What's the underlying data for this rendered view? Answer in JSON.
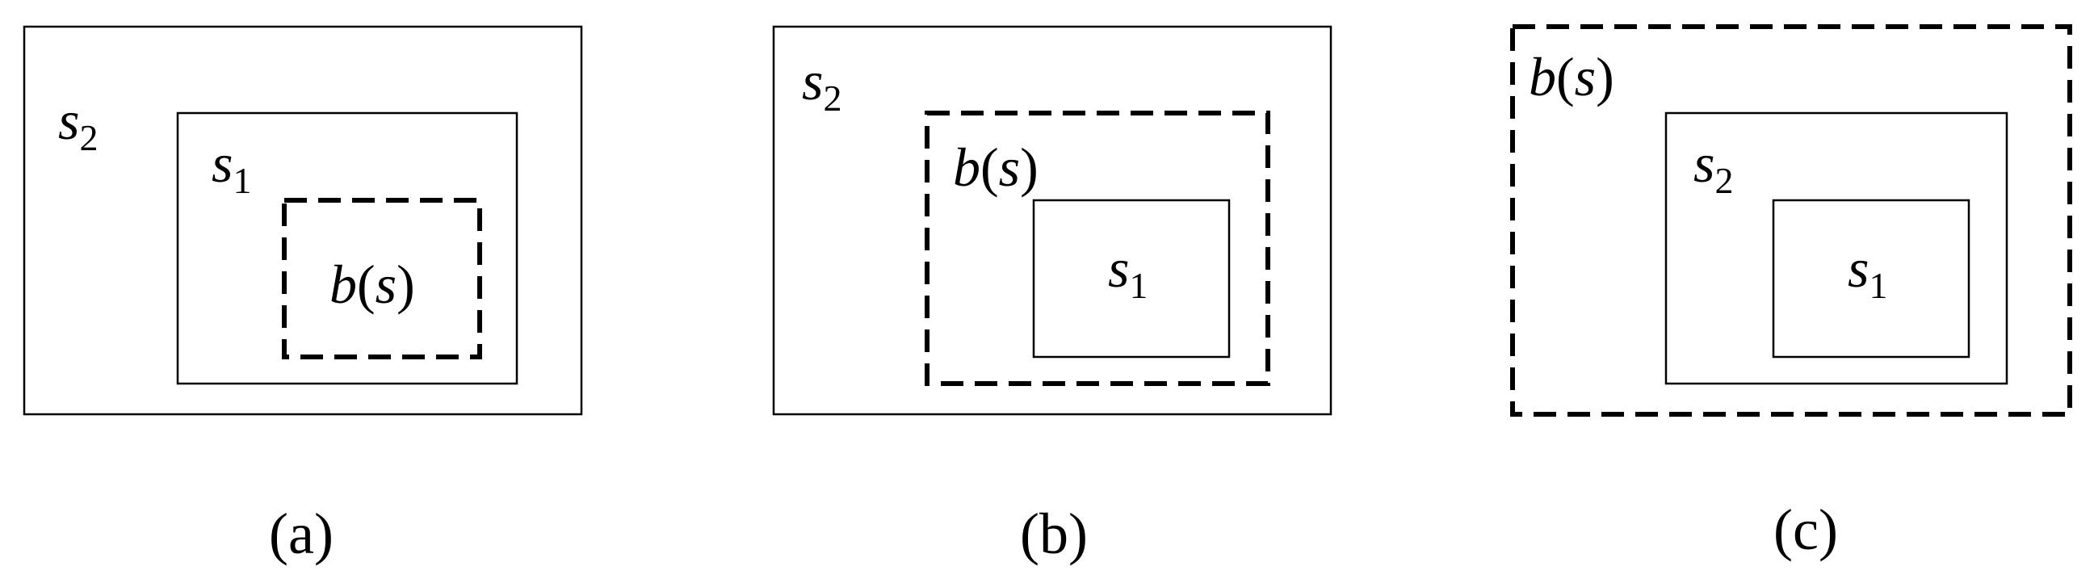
{
  "panels": [
    {
      "id": "a",
      "caption": "(a)",
      "labels": {
        "outer": {
          "var": "s",
          "sub": "2"
        },
        "middle": {
          "var": "s",
          "sub": "1"
        },
        "dashed": {
          "var_b": "b",
          "open": "(",
          "var_s": "s",
          "close": ")"
        }
      }
    },
    {
      "id": "b",
      "caption": "(b)",
      "labels": {
        "outer": {
          "var": "s",
          "sub": "2"
        },
        "dashed": {
          "var_b": "b",
          "open": "(",
          "var_s": "s",
          "close": ")"
        },
        "inner": {
          "var": "s",
          "sub": "1"
        }
      }
    },
    {
      "id": "c",
      "caption": "(c)",
      "labels": {
        "dashed": {
          "var_b": "b",
          "open": "(",
          "var_s": "s",
          "close": ")"
        },
        "middle": {
          "var": "s",
          "sub": "2"
        },
        "inner": {
          "var": "s",
          "sub": "1"
        }
      }
    }
  ]
}
